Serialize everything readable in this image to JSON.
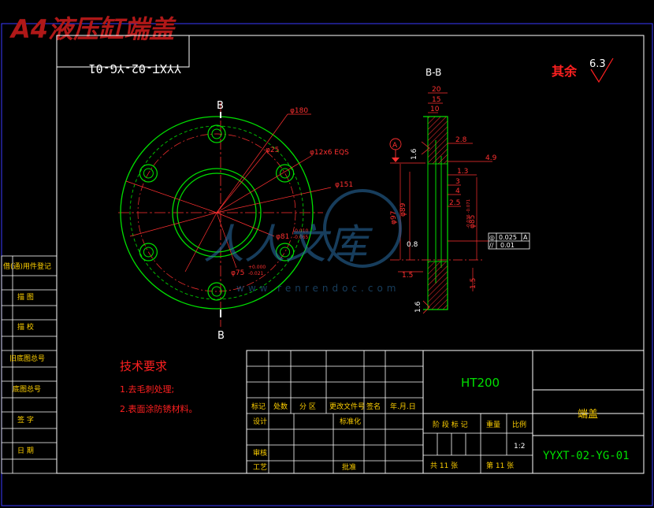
{
  "header": {
    "title": "A4液压缸端盖",
    "mirrored_code": "YYXT-02-YG-01"
  },
  "roughness": {
    "label": "其余",
    "value": "6.3"
  },
  "front_view": {
    "section_mark_top": "B",
    "section_mark_bottom": "B",
    "dims": {
      "d180": "φ180",
      "d25": "φ25",
      "holes": "φ12x6 EQS",
      "d151": "φ151",
      "d81": "φ81",
      "d81_tol_up": "-0.010",
      "d81_tol_dn": "-0.065",
      "d75": "φ75",
      "d75_tol_up": "+0.000",
      "d75_tol_dn": "-0.021"
    }
  },
  "section_view": {
    "title": "B-B",
    "datum": "A",
    "dims": {
      "w20": "20",
      "w15": "15",
      "w10": "10",
      "w28": "2.8",
      "w49": "4.9",
      "w13": "1.3",
      "w3": "3",
      "w4": "4",
      "w25": "2.5",
      "r16_top": "1.6",
      "r16_bot": "1.6",
      "r08": "0.8",
      "w15_left": "1.5",
      "w15_right": "1.5",
      "d97": "φ97",
      "d89": "φ89",
      "d85": "φ85",
      "d85_tol": "-0.036 -0.071"
    },
    "gdt": {
      "row1_symbol": "◎",
      "row1_value": "0.025",
      "row1_datum": "A",
      "row2_symbol": "//",
      "row2_value": "0.01"
    }
  },
  "tech_req": {
    "title": "技术要求",
    "items": [
      "1.去毛刺处理;",
      "2.表面涂防锈材料。"
    ]
  },
  "left_strip": {
    "labels": [
      "借(通)用件登记",
      "描 图",
      "描 校",
      "旧底图总号",
      "底图总号",
      "签 字",
      "日 期"
    ]
  },
  "title_block": {
    "material": "HT200",
    "part_name": "端盖",
    "drawing_no": "YYXT-02-YG-01",
    "rev_headers": [
      "标记",
      "处数",
      "分 区",
      "更改文件号",
      "签名",
      "年.月.日"
    ],
    "design": "设计",
    "standardize": "标准化",
    "review": "审核",
    "process": "工艺",
    "approve": "批准",
    "stage_label": "阶 段 标 记",
    "weight_label": "重量",
    "scale_label": "比例",
    "scale_value": "1:2",
    "sheets": "共 11 张",
    "sheet_no": "第 11 张"
  },
  "watermark": {
    "text": "人人文库",
    "url": "www.renrendoc.com"
  }
}
